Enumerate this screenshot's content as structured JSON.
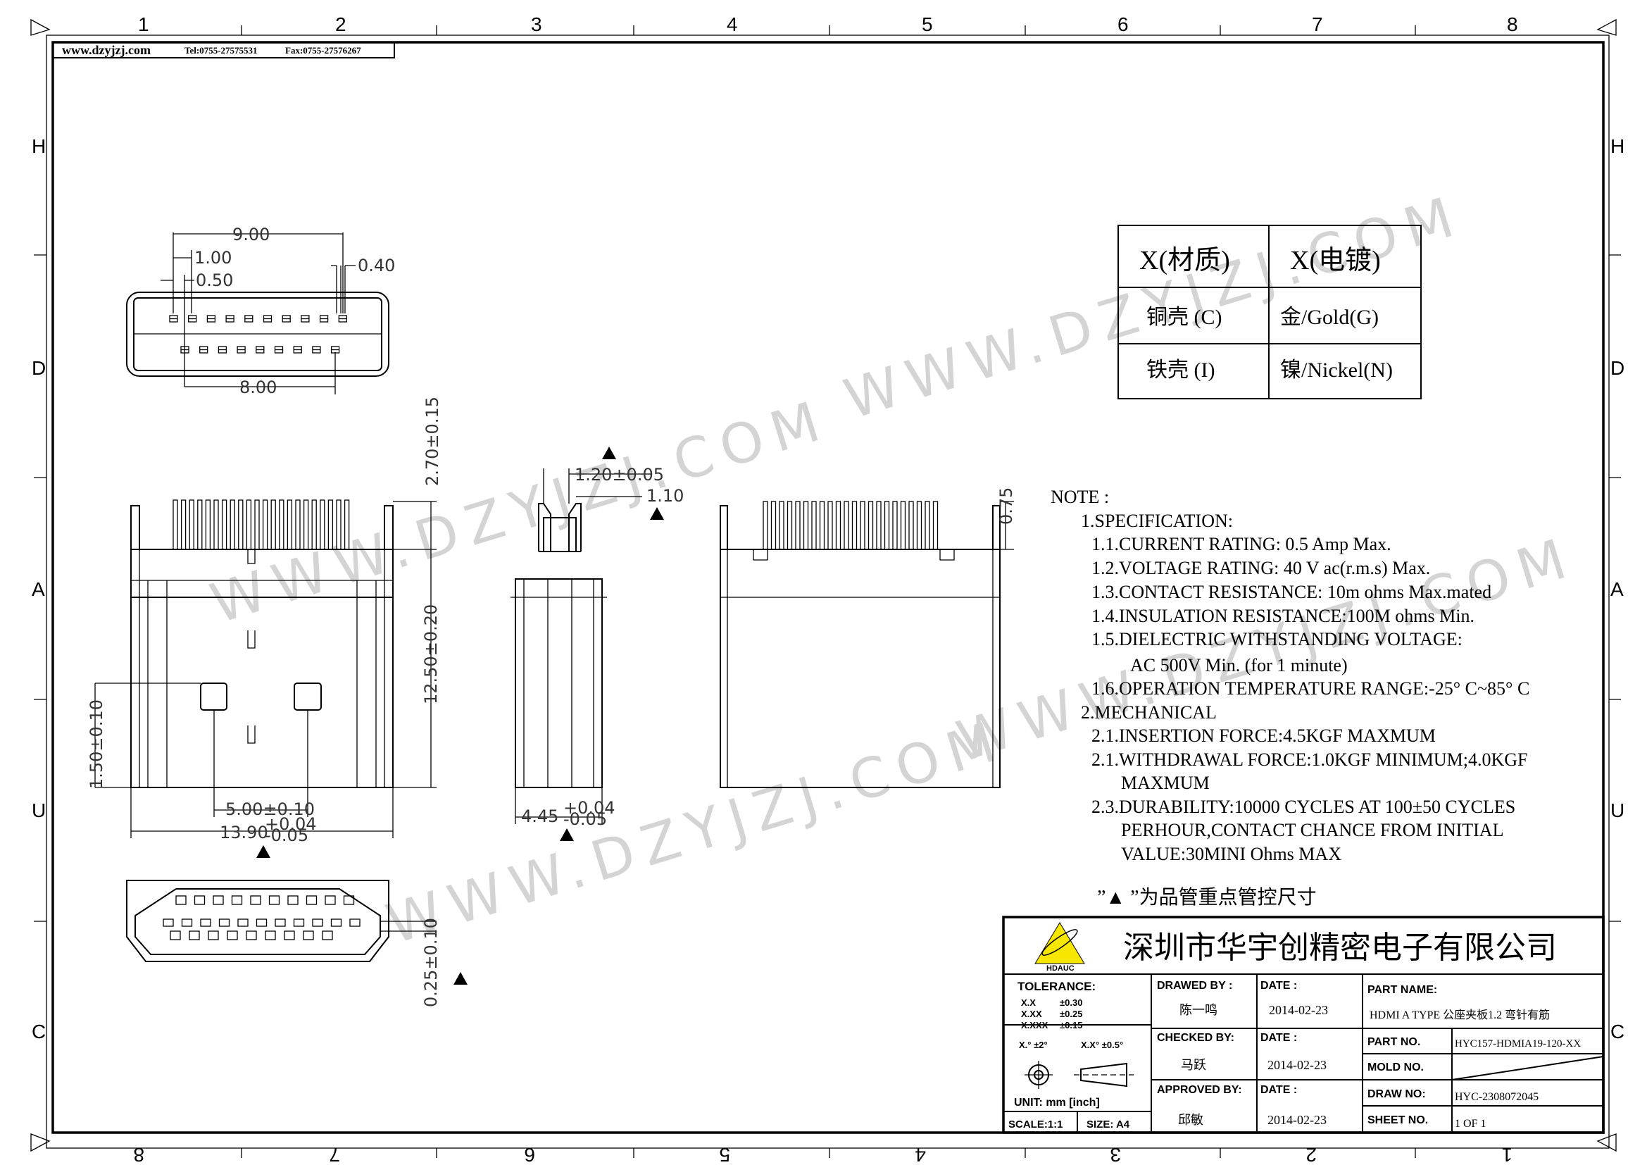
{
  "header": {
    "website": "www.dzyjzj.com",
    "tel": "Tel:0755-27575531",
    "fax": "Fax:0755-27576267"
  },
  "zones": {
    "top": [
      "1",
      "2",
      "3",
      "4",
      "5",
      "6",
      "7",
      "8"
    ],
    "bottom": [
      "8",
      "7",
      "6",
      "5",
      "4",
      "3",
      "2",
      "1"
    ],
    "side": [
      "H",
      "D",
      "A",
      "U",
      "C"
    ]
  },
  "watermark": "WWW.DZYJZJ.COM",
  "material_table": {
    "headers": [
      "X(材质)",
      "X(电镀)"
    ],
    "rows": [
      [
        "铜壳 (C)",
        "金/Gold(G)"
      ],
      [
        "铁壳 (I)",
        "镍/Nickel(N)"
      ]
    ]
  },
  "dimensions": {
    "pitch_span": "9.00",
    "pitch": "1.00",
    "offset": "0.50",
    "pin_width": "0.40",
    "lower_span": "8.00",
    "height_top": "2.70±0.15",
    "length": "12.50±0.20",
    "tab_pos": "1.50±0.10",
    "tab_spacing": "5.00±0.10",
    "width_base": "13.90",
    "width_tol_plus": "+0.04",
    "width_tol_minus": "-0.05",
    "contact_width": "1.20±0.05",
    "contact_gap": "1.10",
    "thickness_base": "4.45",
    "thickness_tol_plus": "+0.04",
    "thickness_tol_minus": "-0.05",
    "step": "0.75",
    "edge": "0.25±0.10"
  },
  "notes": {
    "lines": [
      "NOTE :",
      "1.SPECIFICATION:",
      "1.1.CURRENT RATING: 0.5 Amp Max.",
      "1.2.VOLTAGE RATING: 40 V ac(r.m.s) Max.",
      "1.3.CONTACT RESISTANCE: 10m ohms Max.mated",
      "1.4.INSULATION RESISTANCE:100M ohms Min.",
      "1.5.DIELECTRIC WITHSTANDING VOLTAGE:",
      "AC 500V Min. (for 1 minute)",
      "1.6.OPERATION TEMPERATURE RANGE:-25° C~85° C",
      "2.MECHANICAL",
      "2.1.INSERTION FORCE:4.5KGF MAXMUM",
      "2.1.WITHDRAWAL FORCE:1.0KGF MINIMUM;4.0KGF",
      "MAXMUM",
      "2.3.DURABILITY:10000 CYCLES AT 100±50 CYCLES",
      "PERHOUR,CONTACT CHANCE FROM INITIAL",
      "VALUE:30MINI Ohms MAX"
    ],
    "critical_note": "”▲  ”为品管重点管控尺寸"
  },
  "title_block": {
    "company": "深圳市华宇创精密电子有限公司",
    "logo_text": "HDAUC",
    "tolerance_label": "TOLERANCE:",
    "tolerances": [
      [
        "X.X",
        "±0.30"
      ],
      [
        "X.XX",
        "±0.25"
      ],
      [
        "X.XXX",
        "±0.15"
      ]
    ],
    "angle_tol": [
      "X.°  ±2°",
      "X.X°  ±0.5°"
    ],
    "unit": "UNIT:  mm  [inch]",
    "scale": "SCALE:1:1",
    "size": "SIZE:  A4",
    "drawed_by_label": "DRAWED BY :",
    "drawed_by": "陈一鸣",
    "checked_by_label": "CHECKED BY:",
    "checked_by": "马跃",
    "approved_by_label": "APPROVED BY:",
    "approved_by": "邱敏",
    "date_label": "DATE :",
    "dates": [
      "2014-02-23",
      "2014-02-23",
      "2014-02-23"
    ],
    "part_name_label": "PART NAME:",
    "part_name": "HDMI A TYPE 公座夹板1.2 弯针有筋",
    "part_no_label": "PART NO.",
    "part_no": "HYC157-HDMIA19-120-XX",
    "mold_no_label": "MOLD NO.",
    "draw_no_label": "DRAW NO:",
    "draw_no": "HYC-2308072045",
    "sheet_no_label": "SHEET NO.",
    "sheet_no": "1 OF 1"
  }
}
